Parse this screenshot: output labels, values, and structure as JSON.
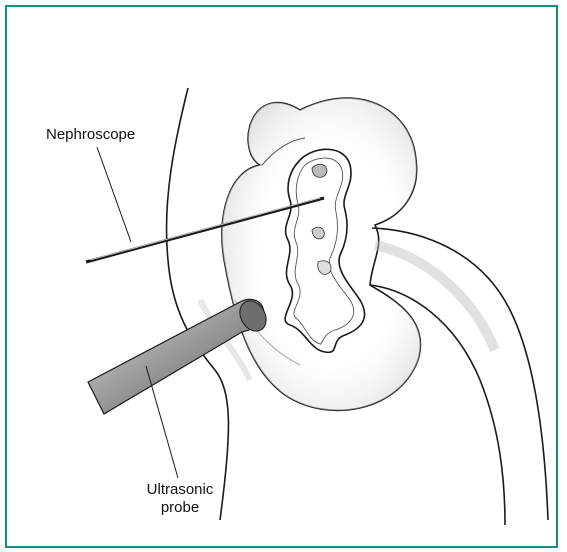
{
  "figure": {
    "labels": {
      "nephroscope": "Nephroscope",
      "ultrasonic_line1": "Ultrasonic",
      "ultrasonic_line2": "probe"
    },
    "colors": {
      "frame_border": "#1d8a86",
      "ink": "#1a1a1a",
      "shading": "#bdbdbd",
      "probe": "#8a8a8a"
    }
  }
}
